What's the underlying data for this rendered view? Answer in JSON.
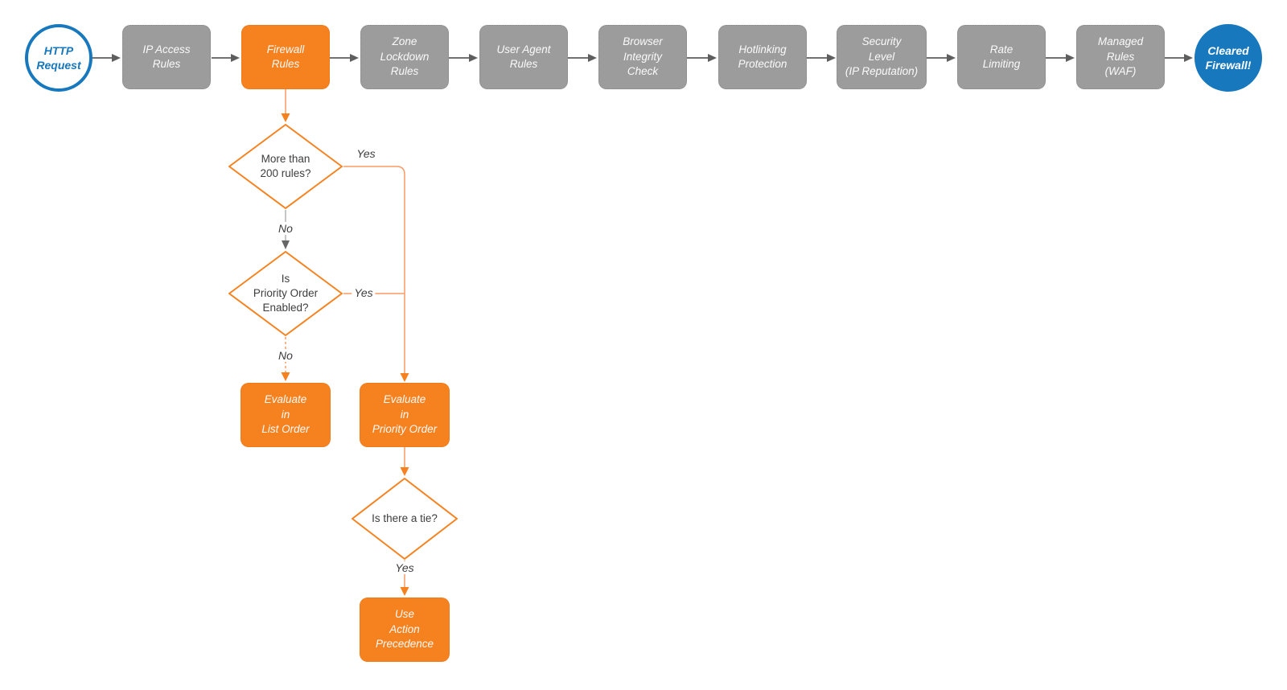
{
  "diagram": {
    "type": "flowchart",
    "subject": "HTTP request firewall evaluation flow",
    "colors": {
      "accent_orange": "#f6821f",
      "line_orange": "#f89b66",
      "node_gray": "#9c9c9c",
      "arrow_dark_gray": "#5e5e5e",
      "arrow_light_gray": "#b3b3b3",
      "terminator_blue": "#1778be",
      "dark_text": "#3d3d3d",
      "light_text": "#fafafa"
    },
    "nodes": {
      "http_request": {
        "label": "HTTP\nRequest"
      },
      "ip_access_rules": {
        "label": "IP Access\nRules"
      },
      "firewall_rules": {
        "label": "Firewall\nRules"
      },
      "zone_lockdown_rules": {
        "label": "Zone\nLockdown\nRules"
      },
      "user_agent_rules": {
        "label": "User Agent\nRules"
      },
      "browser_integrity_check": {
        "label": "Browser\nIntegrity\nCheck"
      },
      "hotlinking_protection": {
        "label": "Hotlinking\nProtection"
      },
      "security_level": {
        "label": "Security\nLevel\n(IP Reputation)"
      },
      "rate_limiting": {
        "label": "Rate\nLimiting"
      },
      "managed_rules_waf": {
        "label": "Managed\nRules\n(WAF)"
      },
      "cleared_firewall": {
        "label": "Cleared\nFirewall!"
      }
    },
    "decisions": {
      "more_than_200_rules": {
        "label": "More than\n200 rules?"
      },
      "priority_order_enabled": {
        "label": "Is\nPriority Order\nEnabled?"
      },
      "is_there_a_tie": {
        "label": "Is there a tie?"
      }
    },
    "processes": {
      "evaluate_list_order": {
        "label": "Evaluate\nin\nList Order"
      },
      "evaluate_priority_order": {
        "label": "Evaluate\nin\nPriority Order"
      },
      "use_action_precedence": {
        "label": "Use\nAction\nPrecedence"
      }
    },
    "edge_labels": {
      "d1_yes": "Yes",
      "d1_no": "No",
      "d2_yes": "Yes",
      "d2_no": "No",
      "d3_yes": "Yes"
    }
  }
}
